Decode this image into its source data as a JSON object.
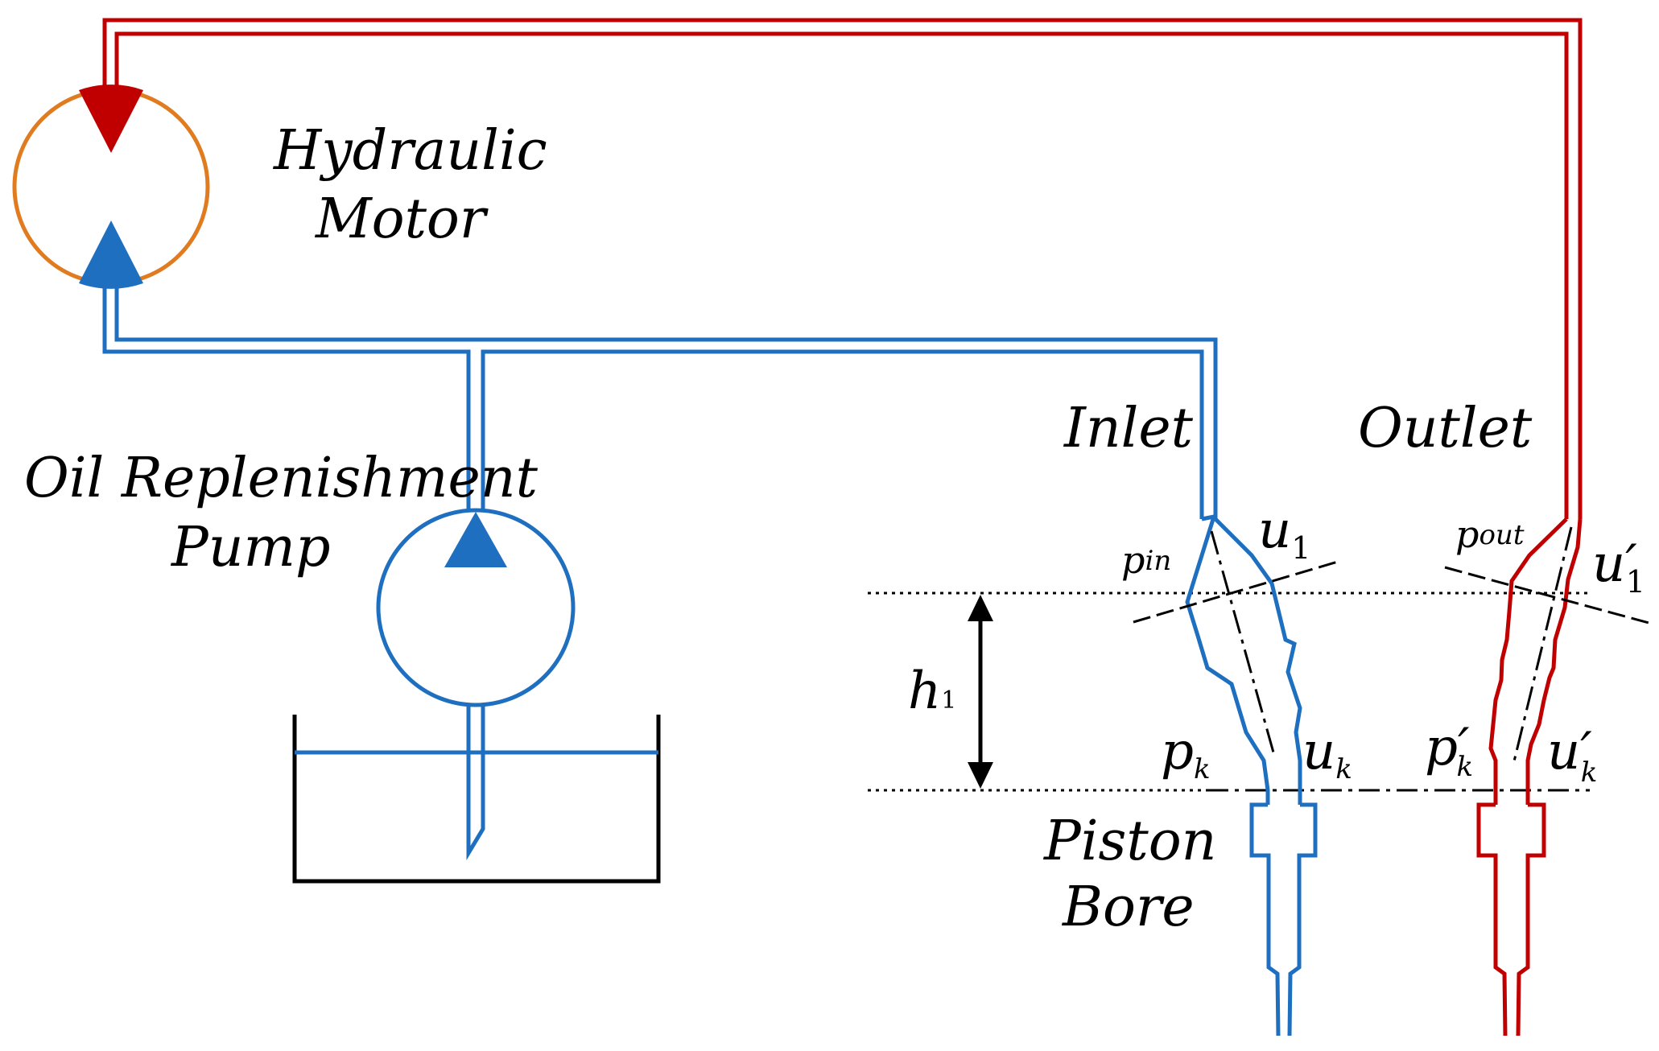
{
  "labels": {
    "hydraulic": "Hydraulic",
    "motor": "Motor",
    "oil_replenishment": "Oil Replenishment",
    "pump": "Pump",
    "inlet": "Inlet",
    "outlet": "Outlet",
    "piston": "Piston",
    "bore": "Bore",
    "h1_main": "h",
    "h1_sub": "1",
    "p_in_main": "p",
    "p_in_sub": "in",
    "p_out_main": "p",
    "p_out_sub": "out",
    "u1_main": "u",
    "u1_sub": "1",
    "u1p_main": "u′",
    "u1p_sub": "1",
    "pk_main": "p",
    "pk_sub": "k",
    "uk_main": "u",
    "uk_sub": "k",
    "pkp_main": "p′",
    "pkp_sub": "k",
    "ukp_main": "u′",
    "ukp_sub": "k"
  },
  "colors": {
    "low_pressure": "#1f6fc0",
    "high_pressure": "#c00000",
    "motor_ring": "#e07b20",
    "tank": "#000000"
  }
}
